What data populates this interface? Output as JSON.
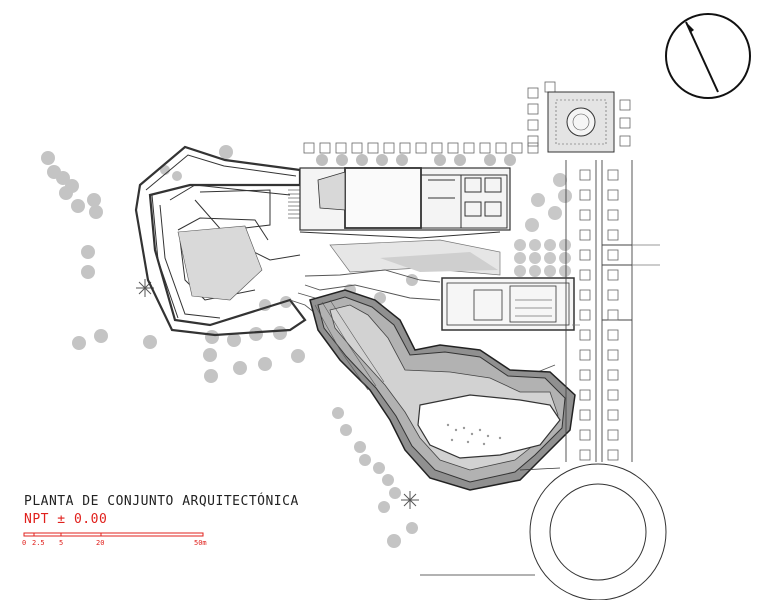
{
  "plan": {
    "title": "PLANTA DE CONJUNTO ARQUITECTÓNICA",
    "level": "NPT ± 0.00",
    "scale_labels": [
      "0",
      "2.5",
      "5",
      "20",
      "50m"
    ]
  },
  "colors": {
    "lines": "#333333",
    "trees": "#bdbdbd",
    "accent_red": "#e0201c",
    "fill_dark": "#7a7a7a",
    "fill_mid": "#a8a8a8",
    "fill_light": "#d6d6d6"
  },
  "icons": {
    "north_arrow": "north-arrow-icon",
    "tree": "tree-symbol-icon"
  }
}
